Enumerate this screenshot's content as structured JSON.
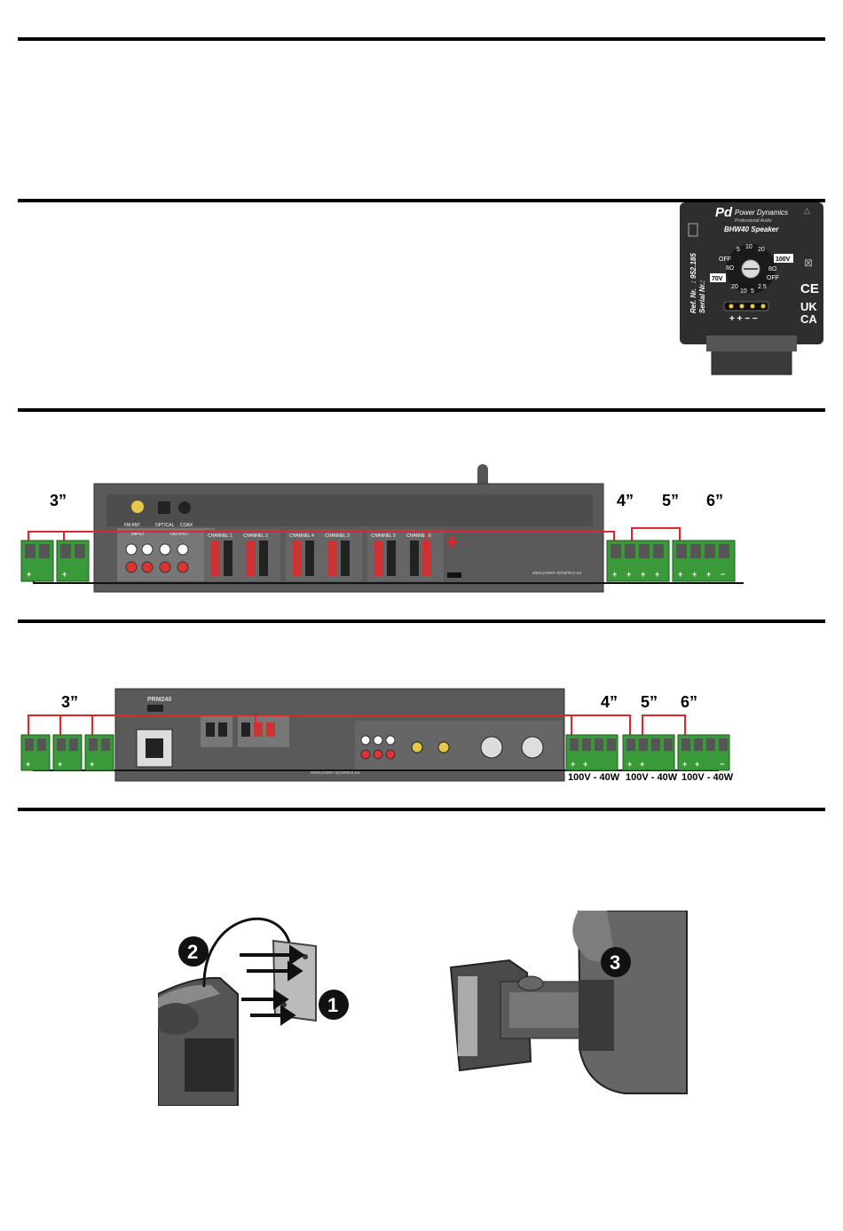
{
  "label_panel": {
    "brand": "Power Dynamics",
    "tagline": "Professional Audio",
    "model": "BHW40 Speaker",
    "ref_label": "Ref. Nr.",
    "ref_value": ": 952.185",
    "serial_label": "Serial Nr.:",
    "dial_left": [
      "OFF",
      "8Ω",
      "70V"
    ],
    "dial_right": [
      "100V",
      "8Ω",
      "OFF"
    ],
    "dial_top": [
      "5",
      "10",
      "20"
    ],
    "dial_bottom": [
      "20",
      "10",
      "5",
      "2.5"
    ],
    "polarity": "+ + − −",
    "marks": [
      "CE",
      "UK",
      "CA"
    ]
  },
  "diagram1": {
    "sizes": [
      "3”",
      "4”",
      "5”",
      "6”"
    ],
    "terminal_signs": [
      "+",
      "+",
      "+",
      "+",
      "+",
      "+",
      "+",
      "+",
      "+",
      "−"
    ],
    "amp_labels": {
      "fm_ant": "FM ANT",
      "optical": "OPTICAL",
      "coax": "COAX",
      "input": "INPUT",
      "output": "OUTPUT",
      "ch1": "CHANNEL 1",
      "ch2": "CHANNEL 2",
      "ch4": "CHANNEL 4",
      "ch3": "CHANNEL 3",
      "ch5": "CHANNEL 5",
      "ch6": "CHANNEL 6",
      "website": "www.power-dynamics.eu"
    }
  },
  "diagram2": {
    "sizes": [
      "3”",
      "4”",
      "5”",
      "6”"
    ],
    "specs": [
      "100V - 40W",
      "100V - 40W",
      "100V - 40W"
    ],
    "amp_labels": {
      "model": "PRM240",
      "website": "www.power-dynamics.eu"
    }
  },
  "mounting": {
    "steps": [
      "2",
      "1",
      "3"
    ]
  },
  "colors": {
    "wire_red": "#e0262b",
    "terminal_green": "#3a9a3a",
    "amp_grey": "#5a5a5a"
  }
}
